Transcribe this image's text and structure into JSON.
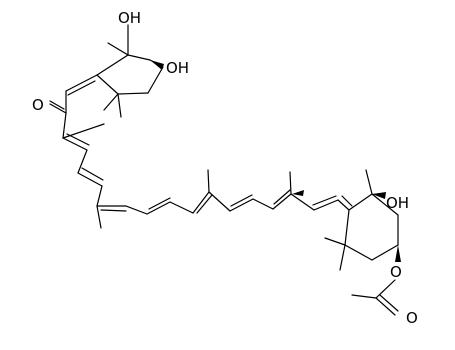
{
  "molecule": {
    "atom_labels": {
      "oh_top_left": "OH",
      "oh_top_right": "OH",
      "o_ketone": "O",
      "oh_right": "OH",
      "o_ester_link": "O",
      "o_carbonyl": "O"
    }
  }
}
